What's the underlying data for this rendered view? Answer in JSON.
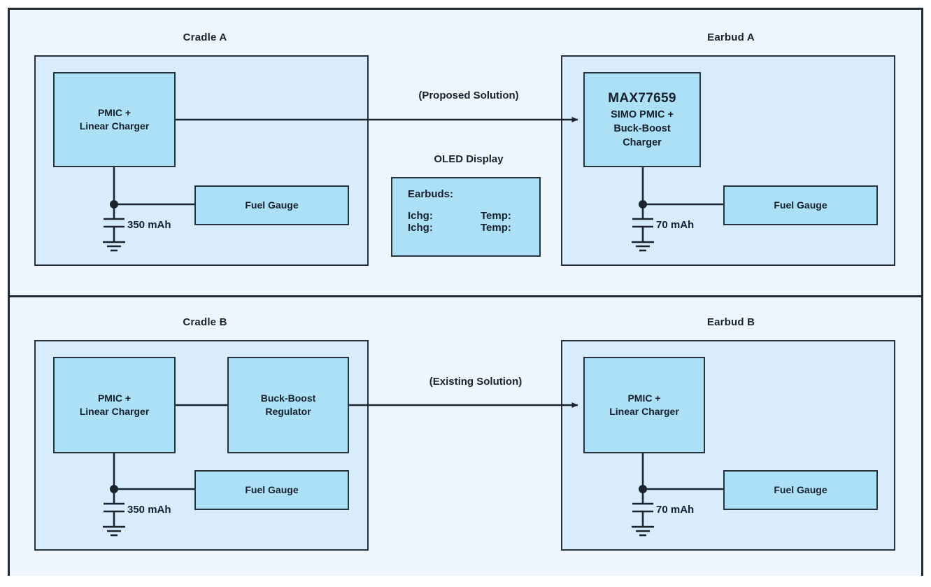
{
  "diagram": {
    "title_top_left": "Cradle A",
    "title_top_right": "Earbud A",
    "title_bottom_left": "Cradle B",
    "title_bottom_right": "Earbud B",
    "colors": {
      "page_background": "#eef5fd",
      "container_fill": "#d8ecfb",
      "block_fill": "#ace0f7",
      "stroke": "#27323c",
      "text": "#15202b"
    }
  },
  "top_panel": {
    "flow_label": "(Proposed Solution)",
    "cradle": {
      "title": "Cradle A",
      "pmic": {
        "line1": "PMIC +",
        "line2": "Linear Charger"
      },
      "fuel_gauge": "Fuel Gauge",
      "battery_capacity": "350 mAh"
    },
    "earbud": {
      "title": "Earbud A",
      "simo": {
        "part_number": "MAX77659",
        "line1": "SIMO PMIC +",
        "line2": "Buck-Boost",
        "line3": "Charger"
      },
      "fuel_gauge": "Fuel Gauge",
      "battery_capacity": "70 mAh"
    },
    "oled": {
      "title": "OLED Display",
      "heading": "Earbuds:",
      "rows": [
        {
          "left": "Ichg:",
          "right": "Temp:"
        },
        {
          "left": "Ichg:",
          "right": "Temp:"
        }
      ]
    }
  },
  "bottom_panel": {
    "flow_label": "(Existing Solution)",
    "cradle": {
      "title": "Cradle B",
      "pmic": {
        "line1": "PMIC +",
        "line2": "Linear Charger"
      },
      "buck_boost": {
        "line1": "Buck-Boost",
        "line2": "Regulator"
      },
      "fuel_gauge": "Fuel Gauge",
      "battery_capacity": "350 mAh"
    },
    "earbud": {
      "title": "Earbud B",
      "pmic": {
        "line1": "PMIC +",
        "line2": "Linear Charger"
      },
      "fuel_gauge": "Fuel Gauge",
      "battery_capacity": "70 mAh"
    }
  }
}
